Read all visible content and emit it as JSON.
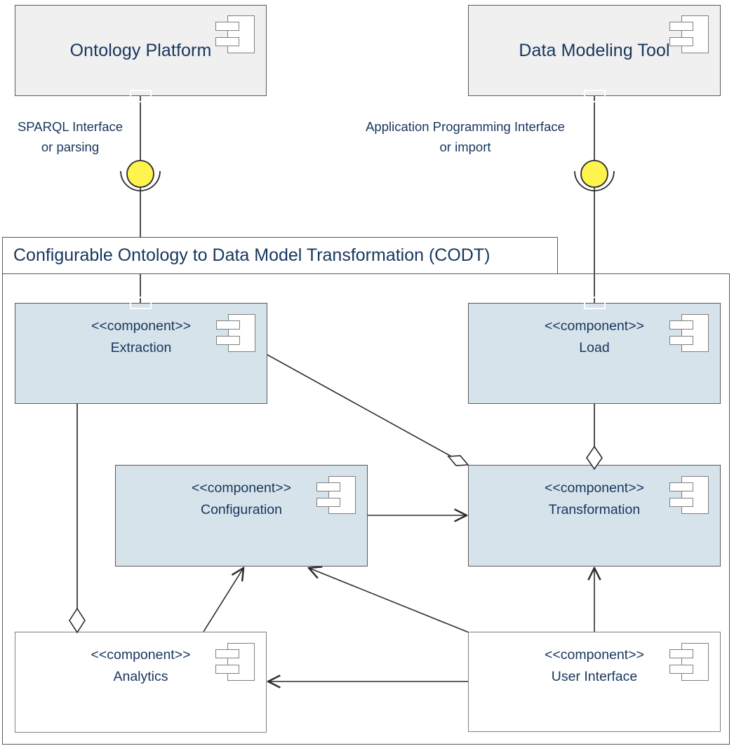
{
  "diagram": {
    "type": "uml-component-diagram",
    "title": "Configurable Ontology to Data Model Transformation (CODT)",
    "colors": {
      "external_system_fill": "#f0f0f0",
      "internal_component_fill": "#d6e3ea",
      "plain_component_fill": "#ffffff",
      "interface_ball_fill": "#fff34d",
      "border": "#595959",
      "text": "#17365d",
      "connector": "#3f3f3f"
    }
  },
  "external_systems": [
    {
      "id": "ontology-platform",
      "name": "Ontology Platform"
    },
    {
      "id": "data-modeling-tool",
      "name": "Data Modeling Tool"
    }
  ],
  "package": {
    "name": "Configurable Ontology to Data Model Transformation (CODT)",
    "abbreviation": "CODT"
  },
  "components": [
    {
      "id": "extraction",
      "stereotype": "<<component>>",
      "name": "Extraction",
      "fill": "blue"
    },
    {
      "id": "load",
      "stereotype": "<<component>>",
      "name": "Load",
      "fill": "blue"
    },
    {
      "id": "configuration",
      "stereotype": "<<component>>",
      "name": "Configuration",
      "fill": "blue"
    },
    {
      "id": "transformation",
      "stereotype": "<<component>>",
      "name": "Transformation",
      "fill": "blue"
    },
    {
      "id": "analytics",
      "stereotype": "<<component>>",
      "name": "Analytics",
      "fill": "white"
    },
    {
      "id": "user-interface",
      "stereotype": "<<component>>",
      "name": "User Interface",
      "fill": "white"
    }
  ],
  "interfaces": [
    {
      "id": "sparql-interface",
      "line1": "SPARQL Interface",
      "line2": "or parsing",
      "from": "ontology-platform",
      "to": "extraction"
    },
    {
      "id": "api-interface",
      "line1": "Application Programming Interface",
      "line2": "or import",
      "from": "data-modeling-tool",
      "to": "load"
    }
  ],
  "connections": [
    {
      "from": "extraction",
      "to": "analytics",
      "kind": "aggregation"
    },
    {
      "from": "extraction",
      "to": "transformation",
      "kind": "aggregation"
    },
    {
      "from": "load",
      "to": "transformation",
      "kind": "aggregation"
    },
    {
      "from": "configuration",
      "to": "transformation",
      "kind": "dependency"
    },
    {
      "from": "analytics",
      "to": "configuration",
      "kind": "dependency"
    },
    {
      "from": "user-interface",
      "to": "configuration",
      "kind": "dependency"
    },
    {
      "from": "user-interface",
      "to": "transformation",
      "kind": "dependency"
    },
    {
      "from": "user-interface",
      "to": "analytics",
      "kind": "dependency"
    }
  ]
}
